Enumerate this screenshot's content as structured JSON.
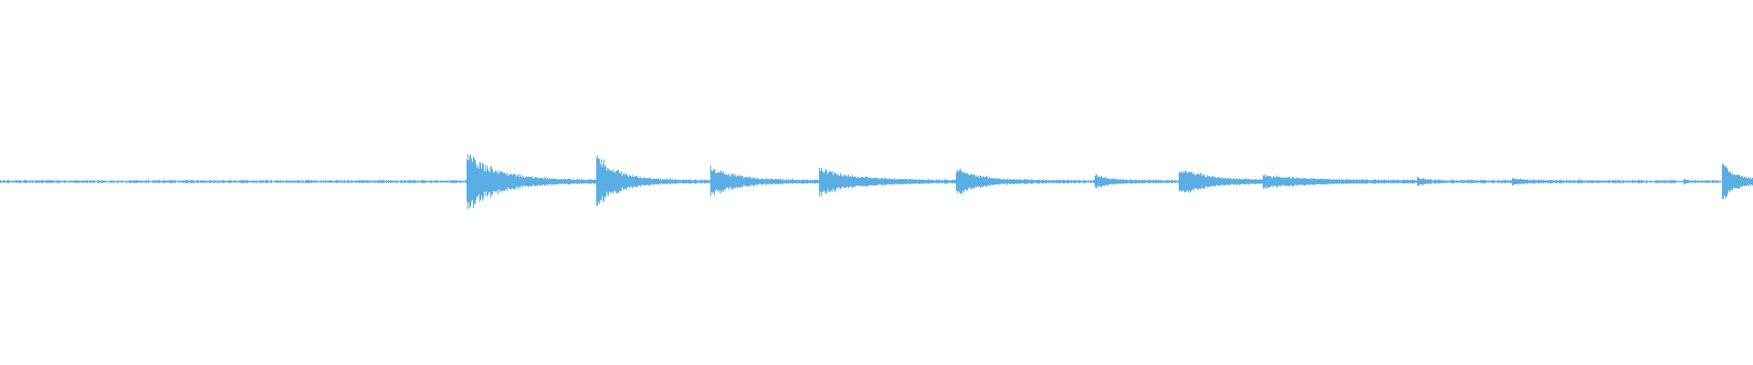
{
  "waveform": {
    "color": "#5aaee3",
    "baseline_amplitude": 0.01,
    "transients": [
      {
        "at": 0.266,
        "peak": 0.17,
        "decay": 0.045,
        "tail": 0.02
      },
      {
        "at": 0.34,
        "peak": 0.16,
        "decay": 0.03,
        "tail": 0.015
      },
      {
        "at": 0.405,
        "peak": 0.08,
        "decay": 0.04,
        "tail": 0.01
      },
      {
        "at": 0.467,
        "peak": 0.07,
        "decay": 0.05,
        "tail": 0.01
      },
      {
        "at": 0.545,
        "peak": 0.07,
        "decay": 0.035,
        "tail": 0.008
      },
      {
        "at": 0.624,
        "peak": 0.035,
        "decay": 0.02,
        "tail": 0.006
      },
      {
        "at": 0.672,
        "peak": 0.075,
        "decay": 0.045,
        "tail": 0.01
      },
      {
        "at": 0.72,
        "peak": 0.025,
        "decay": 0.06,
        "tail": 0.008
      },
      {
        "at": 0.808,
        "peak": 0.02,
        "decay": 0.01,
        "tail": 0.004
      },
      {
        "at": 0.862,
        "peak": 0.015,
        "decay": 0.02,
        "tail": 0.004
      },
      {
        "at": 0.96,
        "peak": 0.01,
        "decay": 0.005,
        "tail": 0.002
      },
      {
        "at": 0.982,
        "peak": 0.09,
        "decay": 0.018,
        "tail": 0.03
      }
    ]
  }
}
